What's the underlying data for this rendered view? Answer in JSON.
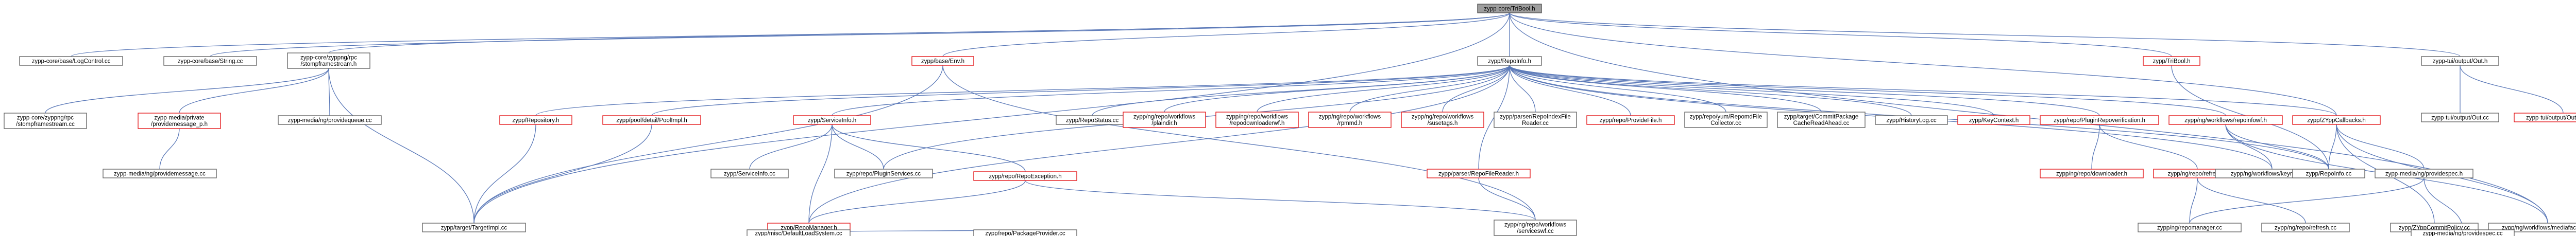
{
  "colors": {
    "edge": "#5b79b8",
    "normal_border": "#666666",
    "highlight_border": "#e41a1c",
    "root_fill": "#9e9e9e",
    "root_border": "#555555"
  },
  "nodes": [
    {
      "id": "root",
      "lines": [
        "zypp-core/TriBool.h"
      ],
      "style": "root"
    },
    {
      "id": "logcontrol",
      "lines": [
        "zypp-core/base/LogControl.cc"
      ],
      "style": "normal"
    },
    {
      "id": "string_cc",
      "lines": [
        "zypp-core/base/String.cc"
      ],
      "style": "normal"
    },
    {
      "id": "tvm_h",
      "lines": [
        "zypp-core/zyppng/rpc",
        "/stompframestream.h"
      ],
      "style": "normal"
    },
    {
      "id": "tvm_cc",
      "lines": [
        "zypp-core/zyppng/rpc",
        "/stompframestream.cc"
      ],
      "style": "normal"
    },
    {
      "id": "pmsg_h",
      "lines": [
        "zypp-media/private",
        "/providemessage_p.h"
      ],
      "style": "highlight"
    },
    {
      "id": "pq_cc",
      "lines": [
        "zypp-media/ng/providequeue.cc"
      ],
      "style": "normal"
    },
    {
      "id": "pmsg_cc",
      "lines": [
        "zypp-media/ng/providemessage.cc"
      ],
      "style": "normal"
    },
    {
      "id": "env_h",
      "lines": [
        "zypp/base/Env.h"
      ],
      "style": "highlight"
    },
    {
      "id": "target_cc",
      "lines": [
        "zypp/target/TargetImpl.cc"
      ],
      "style": "normal"
    },
    {
      "id": "repoinfo_h",
      "lines": [
        "zypp/RepoInfo.h"
      ],
      "style": "normal"
    },
    {
      "id": "repository_h",
      "lines": [
        "zypp/Repository.h"
      ],
      "style": "highlight"
    },
    {
      "id": "pool_h",
      "lines": [
        "zypp/pool/detail/PoolImpl.h"
      ],
      "style": "highlight"
    },
    {
      "id": "svcinfo_h",
      "lines": [
        "zypp/ServiceInfo.h"
      ],
      "style": "highlight"
    },
    {
      "id": "svcinfo_cc",
      "lines": [
        "zypp/ServiceInfo.cc"
      ],
      "style": "normal"
    },
    {
      "id": "plugsvc_cc",
      "lines": [
        "zypp/repo/PluginServices.cc"
      ],
      "style": "normal"
    },
    {
      "id": "repoexc_h",
      "lines": [
        "zypp/repo/RepoException.h"
      ],
      "style": "highlight"
    },
    {
      "id": "repomgr_h",
      "lines": [
        "zypp/RepoManager.h"
      ],
      "style": "highlight"
    },
    {
      "id": "dls_cc",
      "lines": [
        "zypp/misc/DefaultLoadSystem.cc"
      ],
      "style": "normal"
    },
    {
      "id": "pkgprov_cc",
      "lines": [
        "zypp/repo/PackageProvider.cc"
      ],
      "style": "normal"
    },
    {
      "id": "repostatus_cc",
      "lines": [
        "zypp/RepoStatus.cc"
      ],
      "style": "normal"
    },
    {
      "id": "wf_zsync",
      "lines": [
        "zypp/ng/repo/workflows",
        "/plaindir.h"
      ],
      "style": "highlight"
    },
    {
      "id": "wf_dl",
      "lines": [
        "zypp/ng/repo/workflows",
        "/repodownloaderwf.h"
      ],
      "style": "highlight"
    },
    {
      "id": "wf_rpm",
      "lines": [
        "zypp/ng/repo/workflows",
        "/rpmmd.h"
      ],
      "style": "highlight"
    },
    {
      "id": "wf_susetags",
      "lines": [
        "zypp/ng/repo/workflows",
        "/susetags.h"
      ],
      "style": "highlight"
    },
    {
      "id": "parser_cc",
      "lines": [
        "zypp/parser/RepoIndexFile",
        "Reader.cc"
      ],
      "style": "normal"
    },
    {
      "id": "provfile_h",
      "lines": [
        "zypp/repo/ProvideFile.h"
      ],
      "style": "highlight"
    },
    {
      "id": "filereader_h",
      "lines": [
        "zypp/parser/RepoFileReader.h"
      ],
      "style": "highlight"
    },
    {
      "id": "svcwf_cc",
      "lines": [
        "zypp/ng/repo/workflows",
        "/serviceswf.cc"
      ],
      "style": "normal"
    },
    {
      "id": "keyring_cc",
      "lines": [
        "zypp/repo/yum/RepomdFile",
        "Collector.cc"
      ],
      "style": "normal"
    },
    {
      "id": "commit_cc",
      "lines": [
        "zypp/target/CommitPackage",
        "CacheReadAhead.cc"
      ],
      "style": "normal"
    },
    {
      "id": "history_cc",
      "lines": [
        "zypp/HistoryLog.cc"
      ],
      "style": "normal"
    },
    {
      "id": "keyctx_h",
      "lines": [
        "zypp/KeyContext.h"
      ],
      "style": "highlight"
    },
    {
      "id": "pluginverif_h",
      "lines": [
        "zypp/repo/PluginRepoverification.h"
      ],
      "style": "highlight"
    },
    {
      "id": "downloader_h",
      "lines": [
        "zypp/ng/repo/downloader.h"
      ],
      "style": "highlight"
    },
    {
      "id": "refresh_h",
      "lines": [
        "zypp/ng/repo/refresh.h"
      ],
      "style": "highlight"
    },
    {
      "id": "repomgr_cc",
      "lines": [
        "zypp/ng/repomanager.cc"
      ],
      "style": "normal"
    },
    {
      "id": "refresh_cc",
      "lines": [
        "zypp/ng/repo/refresh.cc"
      ],
      "style": "normal"
    },
    {
      "id": "repoinfowf_h",
      "lines": [
        "zypp/ng/workflows/repoinfowf.h"
      ],
      "style": "highlight"
    },
    {
      "id": "keyringwf_cc",
      "lines": [
        "zypp/ng/workflows/keyringwf.cc"
      ],
      "style": "normal"
    },
    {
      "id": "repoinfo_cc",
      "lines": [
        "zypp/RepoInfo.cc"
      ],
      "style": "normal"
    },
    {
      "id": "tribool_h",
      "lines": [
        "zypp/TriBool.h"
      ],
      "style": "highlight"
    },
    {
      "id": "zyppcb_h",
      "lines": [
        "zypp/ZYppCallbacks.h"
      ],
      "style": "highlight"
    },
    {
      "id": "mprov_h",
      "lines": [
        "zypp-media/ng/providespec.h"
      ],
      "style": "normal"
    },
    {
      "id": "zcp_cc",
      "lines": [
        "zypp/ZYppCommitPolicy.cc"
      ],
      "style": "normal"
    },
    {
      "id": "mfacade_cc",
      "lines": [
        "zypp/ng/workflows/mediafacade.cc"
      ],
      "style": "normal"
    },
    {
      "id": "mprov_cc",
      "lines": [
        "zypp-media/ng/providespec.cc"
      ],
      "style": "normal"
    },
    {
      "id": "out_h",
      "lines": [
        "zypp-tui/output/Out.h"
      ],
      "style": "normal"
    },
    {
      "id": "out_cc",
      "lines": [
        "zypp-tui/output/Out.cc"
      ],
      "style": "normal"
    },
    {
      "id": "outfmt_h",
      "lines": [
        "zypp-tui/output/OutNormal.h"
      ],
      "style": "highlight"
    }
  ]
}
